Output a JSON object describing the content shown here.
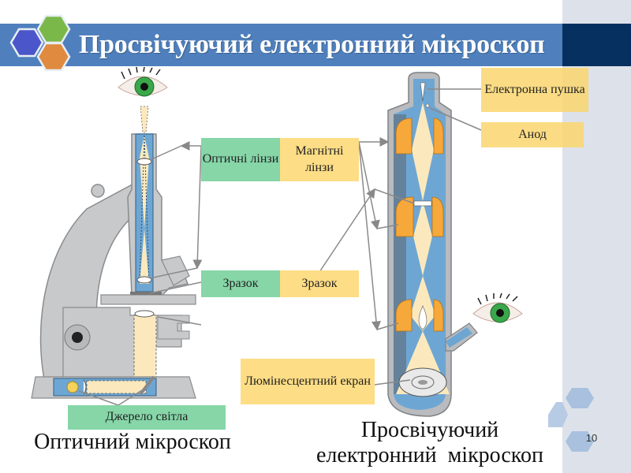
{
  "slide": {
    "title": "Просвічуючий електронний мікроскоп",
    "page_number": "10",
    "colors": {
      "title_bar": "#4f80bd",
      "title_bar_dark": "#06305f",
      "right_strip": "#dde2ea",
      "label_green": "#86d6a8",
      "label_yellow": "#fddd85",
      "hex_blue": "#4a56c9",
      "hex_green": "#7bb84a",
      "hex_orange": "#e08a40",
      "lens_orange": "#f6a93a",
      "column_blue": "#6ea6d3",
      "beam_cream": "#fbe9bd"
    }
  },
  "labels": {
    "optical_lenses": "Оптичні лінзи",
    "magnetic_lenses": "Магнітні лінзи",
    "specimen_optical": "Зразок",
    "specimen_electron": "Зразок",
    "light_source": "Джерело світла",
    "electron_gun": "Електронна пушка",
    "anode": "Анод",
    "fluorescent_screen": "Люмінесцентний екран"
  },
  "captions": {
    "optical_microscope": "Оптичний мікроскоп",
    "tem_line1": "Просвічуючий",
    "tem_line2": "електронний  мікроскоп"
  },
  "icons": {
    "eye_top": "eye-icon",
    "eye_right": "eye-icon",
    "logo": "hexagon-cluster-icon"
  }
}
